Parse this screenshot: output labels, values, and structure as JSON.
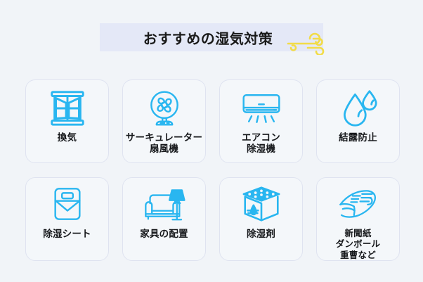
{
  "page": {
    "background_color": "#f1f4f8",
    "accent_color": "#29b6f0",
    "wind_icon_color": "#f2dc48",
    "banner_color": "#e4e8f7",
    "card_background": "#f4f7fa",
    "card_border": "#dfe3f0"
  },
  "header": {
    "title": "おすすめの湿気対策",
    "wind_icon_name": "wind-icon"
  },
  "cards": [
    {
      "id": "ventilation",
      "label": "換気",
      "icon": "window-icon",
      "row": 1
    },
    {
      "id": "circulator-fan",
      "label": "サーキュレーター\n扇風機",
      "icon": "electric-fan-icon",
      "row": 1
    },
    {
      "id": "air-conditioner",
      "label": "エアコン\n除湿機",
      "icon": "air-conditioner-icon",
      "row": 1
    },
    {
      "id": "condensation-prevention",
      "label": "結露防止",
      "icon": "water-droplet-icon",
      "row": 1
    },
    {
      "id": "dehumidifying-sheet",
      "label": "除湿シート",
      "icon": "mattress-sheet-icon",
      "row": 2
    },
    {
      "id": "furniture-placement",
      "label": "家具の配置",
      "icon": "sofa-lamp-icon",
      "row": 2
    },
    {
      "id": "desiccant",
      "label": "除湿剤",
      "icon": "desiccant-box-icon",
      "row": 2
    },
    {
      "id": "newspaper-cardboard",
      "label": "新聞紙\nダンボール\n重曹など",
      "icon": "newspaper-icon",
      "row": 2
    }
  ]
}
